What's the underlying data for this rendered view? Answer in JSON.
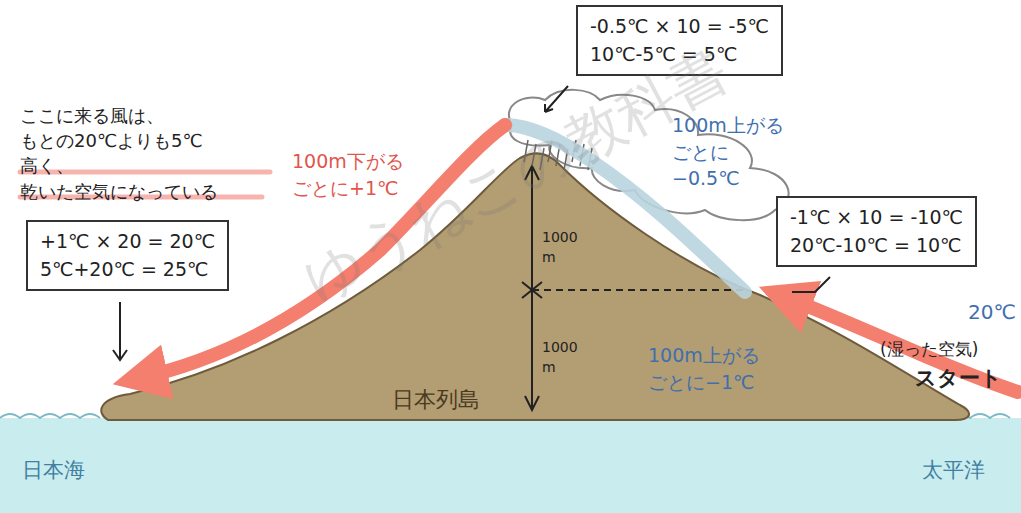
{
  "diagram": {
    "nodes": [
      {
        "text": [
          "-0.5℃ × 10 = -5℃",
          "10℃-5℃ = 5℃"
        ]
      },
      {
        "text": [
          "-1℃ × 10 = -10℃",
          "20℃-10℃ = 10℃"
        ]
      },
      {
        "text": [
          "+1℃ × 20 = 20℃",
          "5℃+20℃ = 25℃"
        ]
      }
    ],
    "labels": [
      "ここに来る風は、 もとの20℃よりも5℃高く、 乾いた空気になっている",
      "100m下がる ごとに+1℃",
      "100m上がる ごとに−0.5℃",
      "100m上がる ごとに−1℃",
      "20℃",
      "(湿った空気)",
      "スタート",
      "1000 m",
      "1000 m",
      "日本列島",
      "日本海",
      "太平洋",
      "ゆうねこの教科書"
    ]
  }
}
